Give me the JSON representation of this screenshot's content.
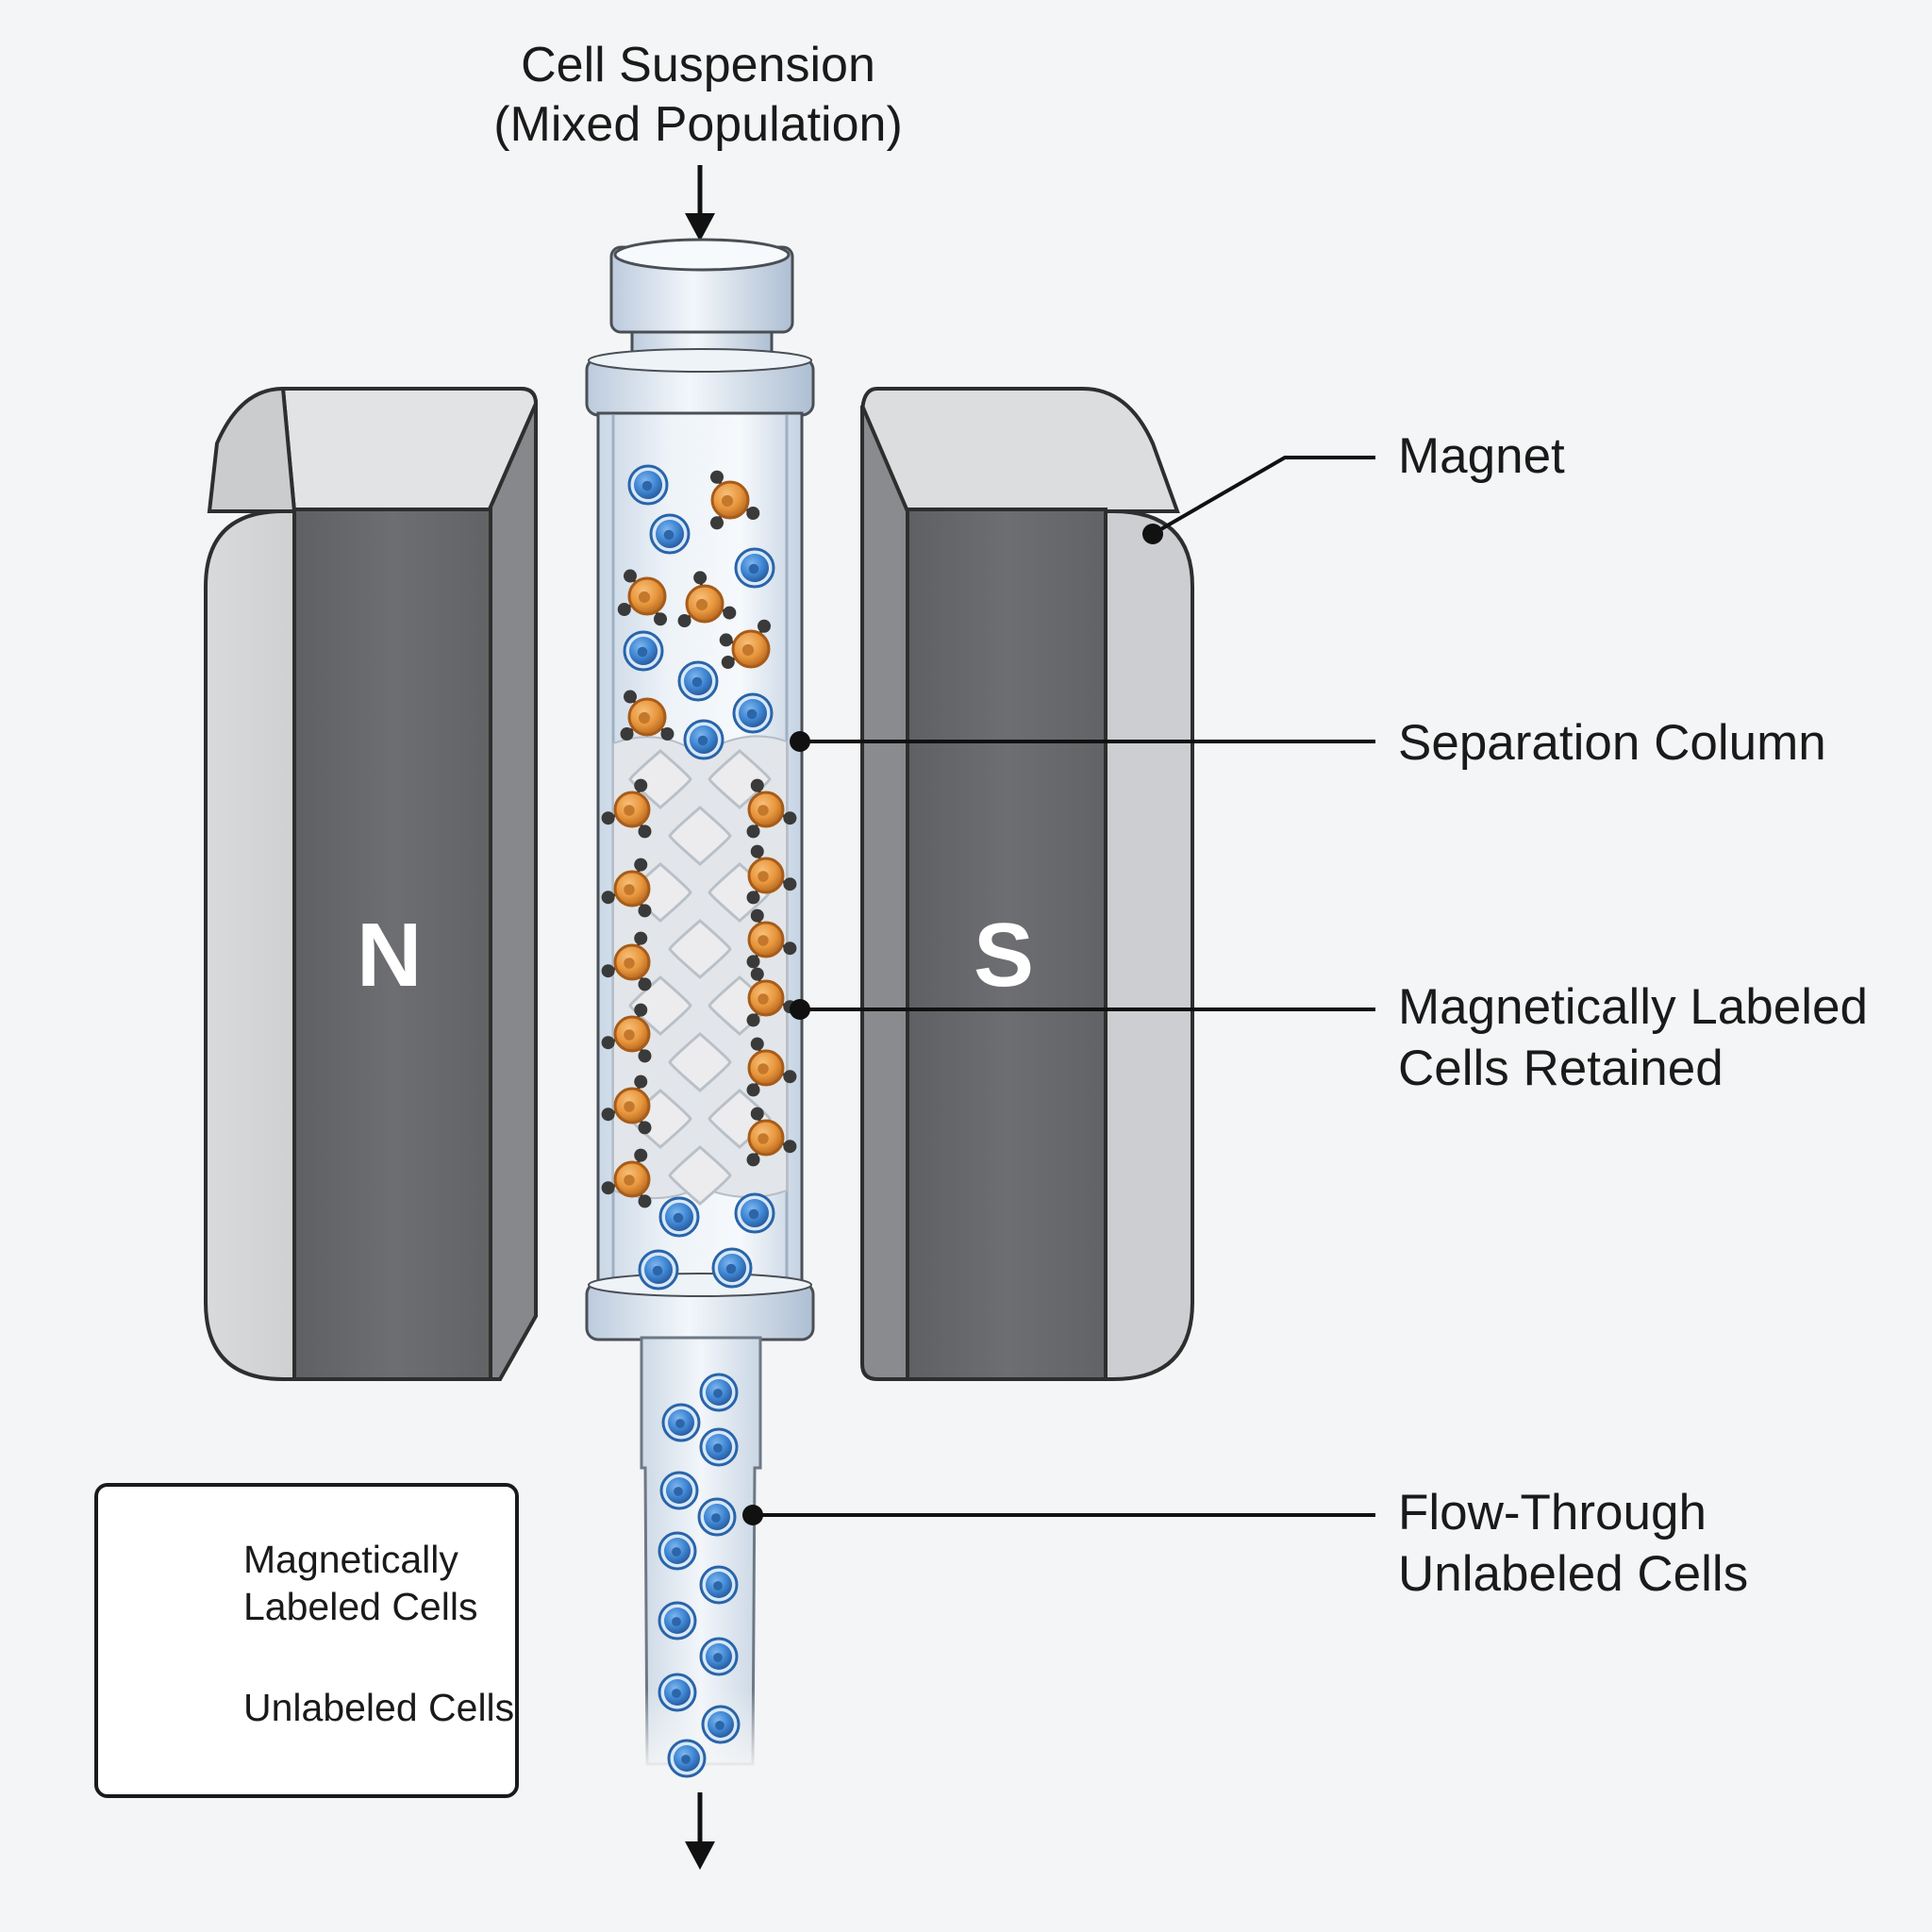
{
  "diagram": {
    "input_label": [
      "Cell Suspension",
      "(Mixed Population)"
    ],
    "poles": {
      "north": "N",
      "south": "S"
    },
    "callouts": {
      "magnet": "Magnet",
      "column": "Separation Column",
      "retained": [
        "Magnetically Labeled",
        "Cells Retained"
      ],
      "flow_through": [
        "Flow-Through",
        "Unlabeled Cells"
      ]
    },
    "legend": {
      "labeled": [
        "Magnetically",
        "Labeled Cells"
      ],
      "unlabeled": "Unlabeled Cells"
    },
    "colors": {
      "background": "#f4f5f6",
      "magnet_outer": "#cfd0d2",
      "magnet_face": "#6a6b6e",
      "labeled_cell": "#e8963c",
      "unlabeled_cell": "#3f86d3",
      "bead": "#3b3b3b"
    }
  }
}
